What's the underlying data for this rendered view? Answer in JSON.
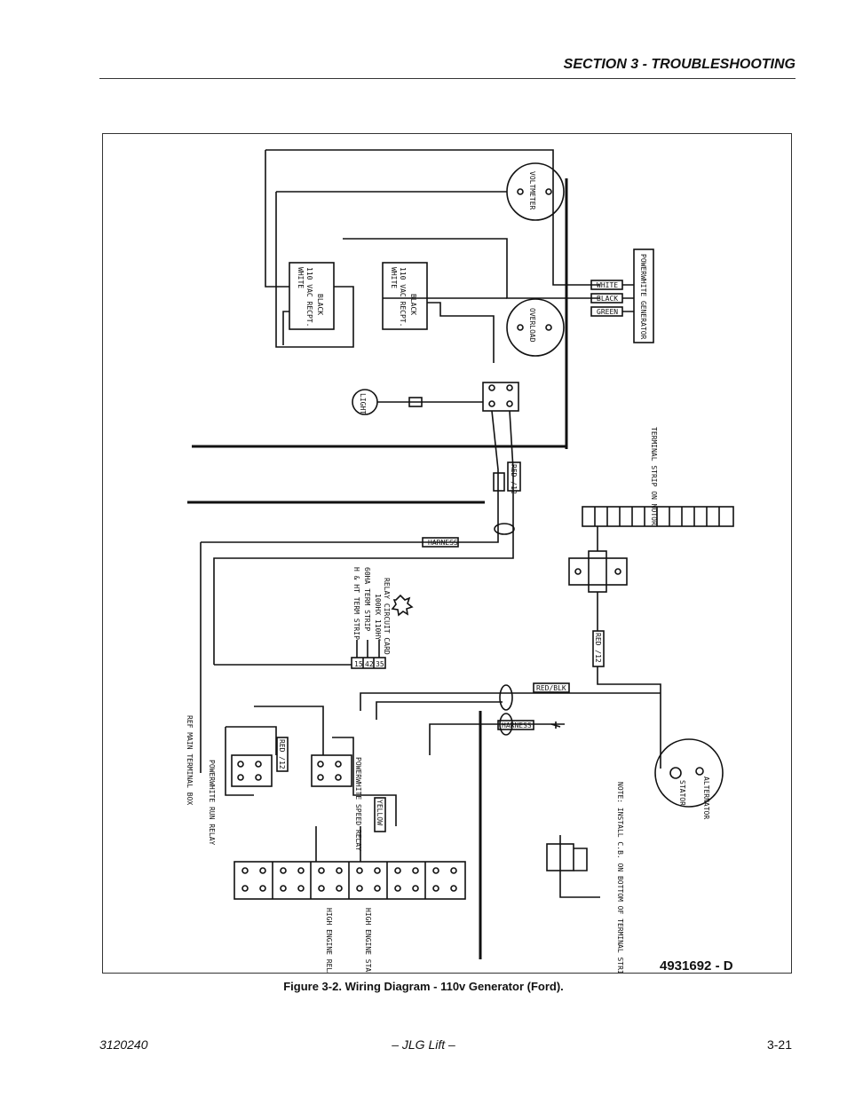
{
  "header": {
    "section_title": "SECTION 3 - TROUBLESHOOTING"
  },
  "diagram": {
    "drawing_number": "4931692 - D",
    "labels": {
      "voltmeter": "VOLTMETER",
      "overload": "OVERLOAD",
      "light": "LIGHT",
      "white": "WHITE",
      "black": "BLACK",
      "receptacle": "110 VAC RECPT.",
      "powerwhite_generator": "POWERWHITE GENERATOR",
      "terminal_strip_on_motor": "TERMINAL STRIP ON MOTOR",
      "red_12": "RED /12",
      "wire_white": "WHITE",
      "wire_black": "BLACK",
      "wire_green": "GREEN",
      "wire_red": "RED",
      "wire_yellow": "YELLOW",
      "wire_harness": "HARNESS",
      "wire_red_blk": "RED/BLK",
      "term_hm_ht": "H & HT TERM STRIP",
      "term_60ha": "60HA TERM STRIP",
      "term_100hx": "100HX 110HY",
      "relay_card": "RELAY CIRCUIT CARD",
      "term_15": "15",
      "term_42": "42",
      "term_35": "35",
      "ref_main_box": "REF MAIN TERMINAL BOX",
      "powerwhite_run_relay": "POWERWHITE RUN RELAY",
      "powerwhite_speed_relay": "POWERWHITE SPEED RELAY",
      "high_engine_relay": "HIGH ENGINE RELAY",
      "high_engine_start_relay": "HIGH ENGINE START RELAY",
      "stator": "STATOR",
      "alternator": "ALTERNATOR",
      "note": "NOTE: INSTALL C.B. ON BOTTOM OF TERMINAL STRIP MOUNTING BRACKET"
    }
  },
  "caption": "Figure 3-2.  Wiring Diagram - 110v Generator (Ford).",
  "footer": {
    "doc_number": "3120240",
    "center": "– JLG Lift –",
    "page": "3-21"
  }
}
